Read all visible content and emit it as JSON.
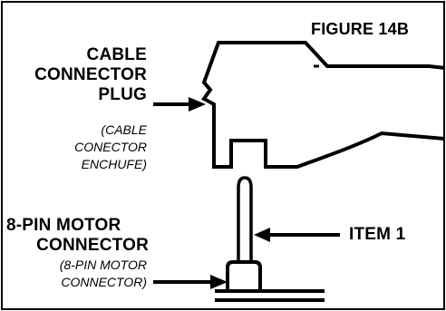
{
  "figure": {
    "label": "FIGURE 14B"
  },
  "labels": {
    "cable_plug": {
      "lines": [
        "CABLE",
        "CONNECTOR",
        "PLUG"
      ],
      "translation_lines": [
        "(CABLE",
        "CONECTOR",
        "ENCHUFE)"
      ]
    },
    "motor_connector": {
      "lines": [
        "8-PIN MOTOR",
        "CONNECTOR"
      ],
      "translation_lines": [
        "(8-PIN MOTOR",
        "CONNECTOR)"
      ]
    },
    "item": {
      "text": "ITEM 1"
    }
  },
  "colors": {
    "ink": "#000000",
    "paper": "#ffffff"
  }
}
